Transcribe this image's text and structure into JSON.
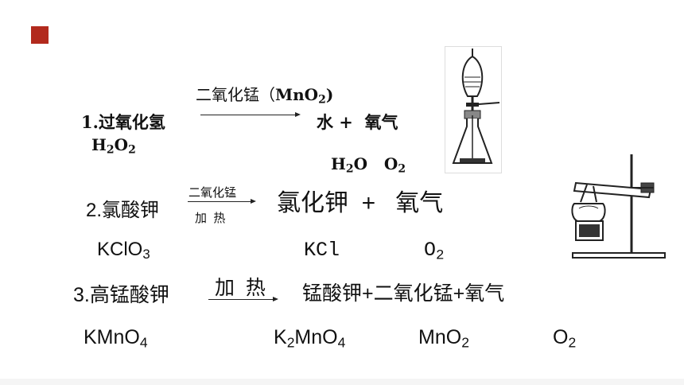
{
  "accent_color": "#b22a1d",
  "reaction1": {
    "label": "1.过氧化氢",
    "formula": {
      "H": "H",
      "s1": "2",
      "O": "O",
      "s2": "2"
    },
    "condition": "二氧化锰（",
    "catalyst": {
      "a": "MnO",
      "s": "2",
      "b": ")"
    },
    "products": "水 +  氧气",
    "product_formulas": {
      "a": "H",
      "s1": "2",
      "b": "O   O",
      "s2": "2"
    }
  },
  "reaction2": {
    "label": "2.氯酸钾",
    "condition_top": "二氧化锰",
    "condition_bottom": "加  热",
    "products": "氯化钾  +   氧气",
    "reactant_formula": {
      "a": "KClO",
      "s": "3"
    },
    "product1_formula": "KCl",
    "product2_formula": {
      "a": "O",
      "s": "2"
    }
  },
  "reaction3": {
    "label": "3.高锰酸钾",
    "condition": "加  热",
    "products": "锰酸钾+二氧化锰+氧气",
    "formula1": {
      "a": "KMnO",
      "s": "4"
    },
    "formula2": {
      "a": "K",
      "s1": "2",
      "b": "MnO",
      "s2": "4"
    },
    "formula3": {
      "a": "MnO",
      "s": "2"
    },
    "formula4": {
      "a": "O",
      "s": "2"
    }
  },
  "images": {
    "apparatus_flask": "separatory-funnel-flask-apparatus",
    "apparatus_tube": "heated-test-tube-apparatus"
  }
}
